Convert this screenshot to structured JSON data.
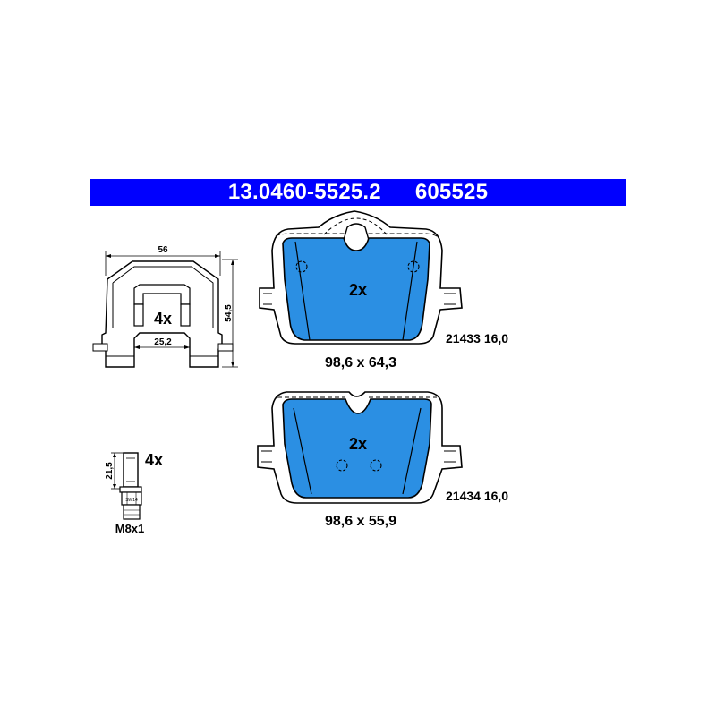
{
  "header": {
    "part_number": "13.0460-5525.2",
    "reference": "605525",
    "background": "#0000ff",
    "text_color": "#ffffff"
  },
  "clip": {
    "quantity": "4x",
    "width_label": "56",
    "height_label": "54,5",
    "inner_label": "25,2"
  },
  "bolt": {
    "quantity": "4x",
    "length_label": "21,5",
    "thread_label": "M8x1",
    "head_label": "SW14"
  },
  "pad_top": {
    "quantity": "2x",
    "dimensions": "98,6 x 64,3",
    "code": "21433 16,0",
    "fill": "#2b8fe3"
  },
  "pad_bottom": {
    "quantity": "2x",
    "dimensions": "98,6 x 55,9",
    "code": "21434 16,0",
    "fill": "#2b8fe3"
  }
}
